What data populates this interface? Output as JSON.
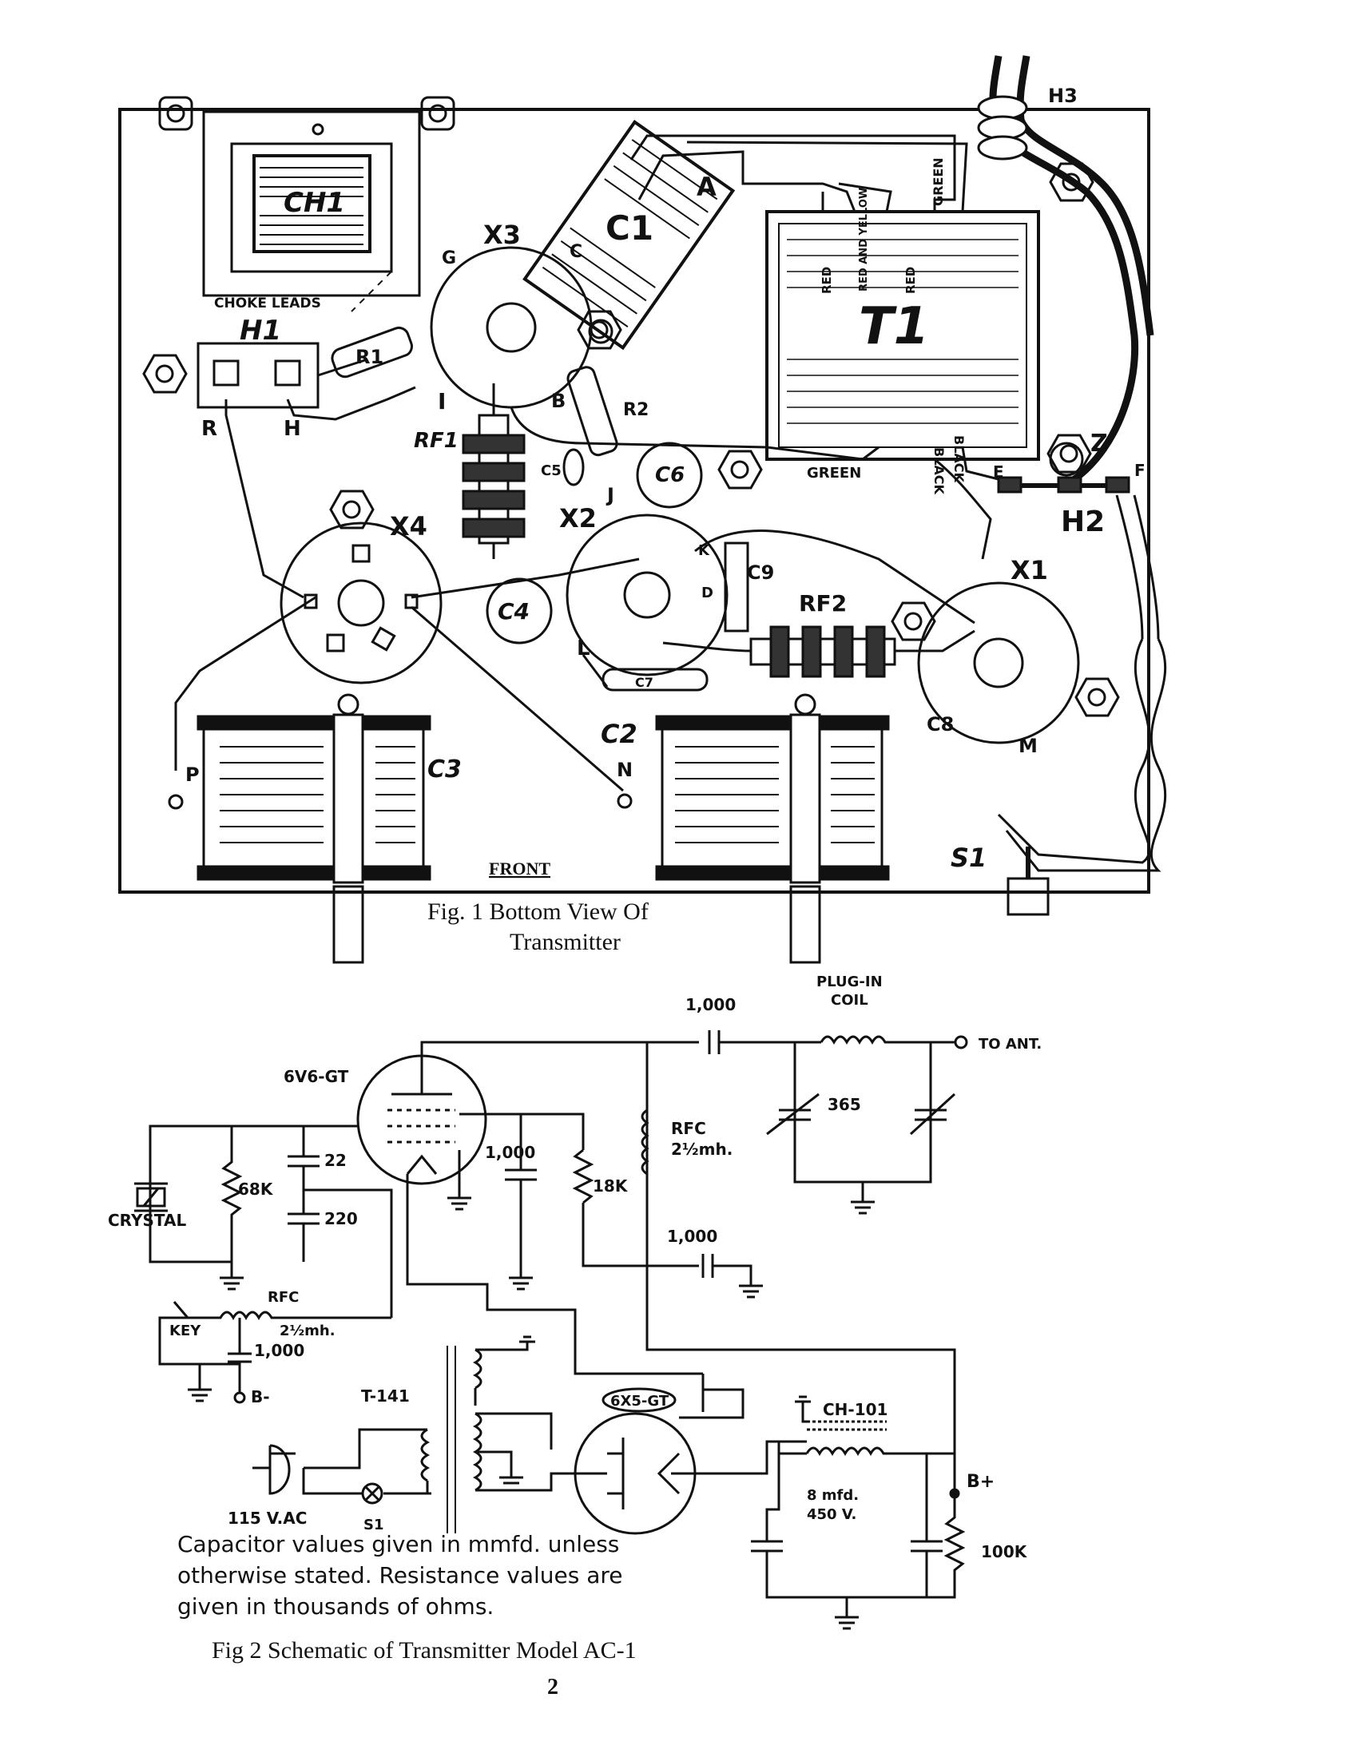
{
  "fig1": {
    "caption_line1": "Fig. 1 Bottom View Of",
    "caption_line2": "Transmitter",
    "labels": {
      "H3": "H3",
      "CH1": "CH1",
      "X3": "X3",
      "C1": "C1",
      "A": "A",
      "T1": "T1",
      "G": "G",
      "C": "C",
      "choke_leads": "CHOKE LEADS",
      "H1": "H1",
      "R1": "R1",
      "R": "R",
      "H": "H",
      "I": "I",
      "B": "B",
      "R2": "R2",
      "RF1": "RF1",
      "C5": "C5",
      "C6": "C6",
      "J": "J",
      "X2": "X2",
      "X4": "X4",
      "C4": "C4",
      "K": "K",
      "D": "D",
      "C9": "C9",
      "RF2": "RF2",
      "X1": "X1",
      "L": "L",
      "C7": "C7",
      "C8": "C8",
      "M": "M",
      "C2": "C2",
      "N": "N",
      "C3": "C3",
      "P": "P",
      "E": "E",
      "F": "F",
      "Z": "Z",
      "H2": "H2",
      "S1": "S1",
      "FRONT": "FRONT",
      "green1": "GREEN",
      "green2": "GREEN",
      "black1": "BLACK",
      "black2": "BLACK",
      "red1": "RED",
      "redyellow": "RED AND YELLOW",
      "red2": "RED"
    }
  },
  "fig2": {
    "labels": {
      "tube1": "6V6-GT",
      "crystal": "CRYSTAL",
      "r68k": "68K",
      "c22": "22",
      "c220": "220",
      "rfc1": "RFC",
      "rfc1_val": "2½mh.",
      "key": "KEY",
      "c1000_key": "1,000",
      "bminus": "B-",
      "c1000_top": "1,000",
      "plugin_coil_1": "PLUG-IN",
      "plugin_coil_2": "COIL",
      "to_ant": "TO ANT.",
      "c365": "365",
      "rfc2": "RFC",
      "rfc2_val": "2½mh.",
      "c1000_grid": "1,000",
      "r18k": "18K",
      "c1000_bypass": "1,000",
      "t141": "T-141",
      "tube2": "6X5-GT",
      "ch101": "CH-101",
      "bplus": "B+",
      "c8mfd_1": "8 mfd.",
      "c8mfd_2": "450 V.",
      "r100k": "100K",
      "vac": "115 V.AC",
      "s1": "S1"
    },
    "note_line1": "Capacitor values given in mmfd. unless",
    "note_line2": "otherwise stated. Resistance values are",
    "note_line3": "given in thousands of ohms.",
    "caption": "Fig 2 Schematic of Transmitter Model AC-1"
  },
  "page_number": "2"
}
